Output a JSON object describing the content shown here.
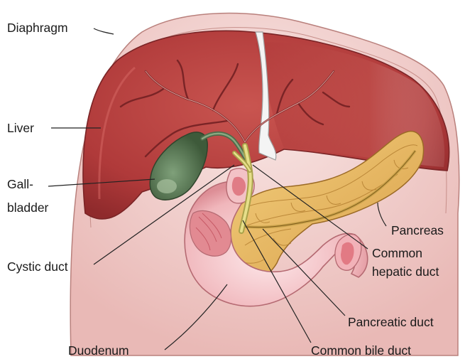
{
  "labels": {
    "diaphragm": "Diaphragm",
    "liver": "Liver",
    "gallbladder_line1": "Gall-",
    "gallbladder_line2": "bladder",
    "cystic_duct": "Cystic duct",
    "duodenum": "Duodenum",
    "pancreas": "Pancreas",
    "common_hepatic_duct_line1": "Common",
    "common_hepatic_duct_line2": "hepatic duct",
    "pancreatic_duct": "Pancreatic duct",
    "common_bile_duct": "Common bile duct"
  },
  "colors": {
    "diaphragm": "#f3d3d0",
    "liver": "#b83c3c",
    "liver_light": "#d36a66",
    "gallbladder": "#4f6b4a",
    "bile_duct": "#c9c96a",
    "pancreas": "#e8b45a",
    "duodenum": "#f0b8bc",
    "duodenum_inner": "#e0707a",
    "vessel": "#f2f2f2"
  }
}
